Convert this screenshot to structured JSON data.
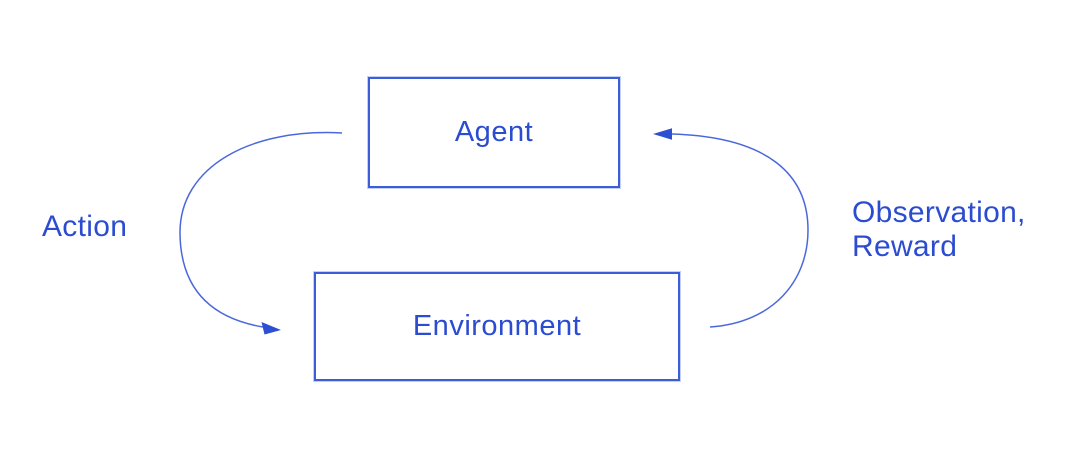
{
  "diagram": {
    "nodes": {
      "agent": {
        "label": "Agent"
      },
      "environment": {
        "label": "Environment"
      }
    },
    "edges": {
      "action": {
        "label": "Action",
        "from": "Agent",
        "to": "Environment"
      },
      "observation_reward": {
        "label_line1": "Observation,",
        "label_line2": "Reward",
        "from": "Environment",
        "to": "Agent"
      }
    },
    "colors": {
      "text": "#2b4cd0",
      "box_border": "#3d5cd7",
      "arrow_stroke": "#4a68dd",
      "arrowhead_fill": "#2d4fd2",
      "background": "#ffffff"
    }
  }
}
